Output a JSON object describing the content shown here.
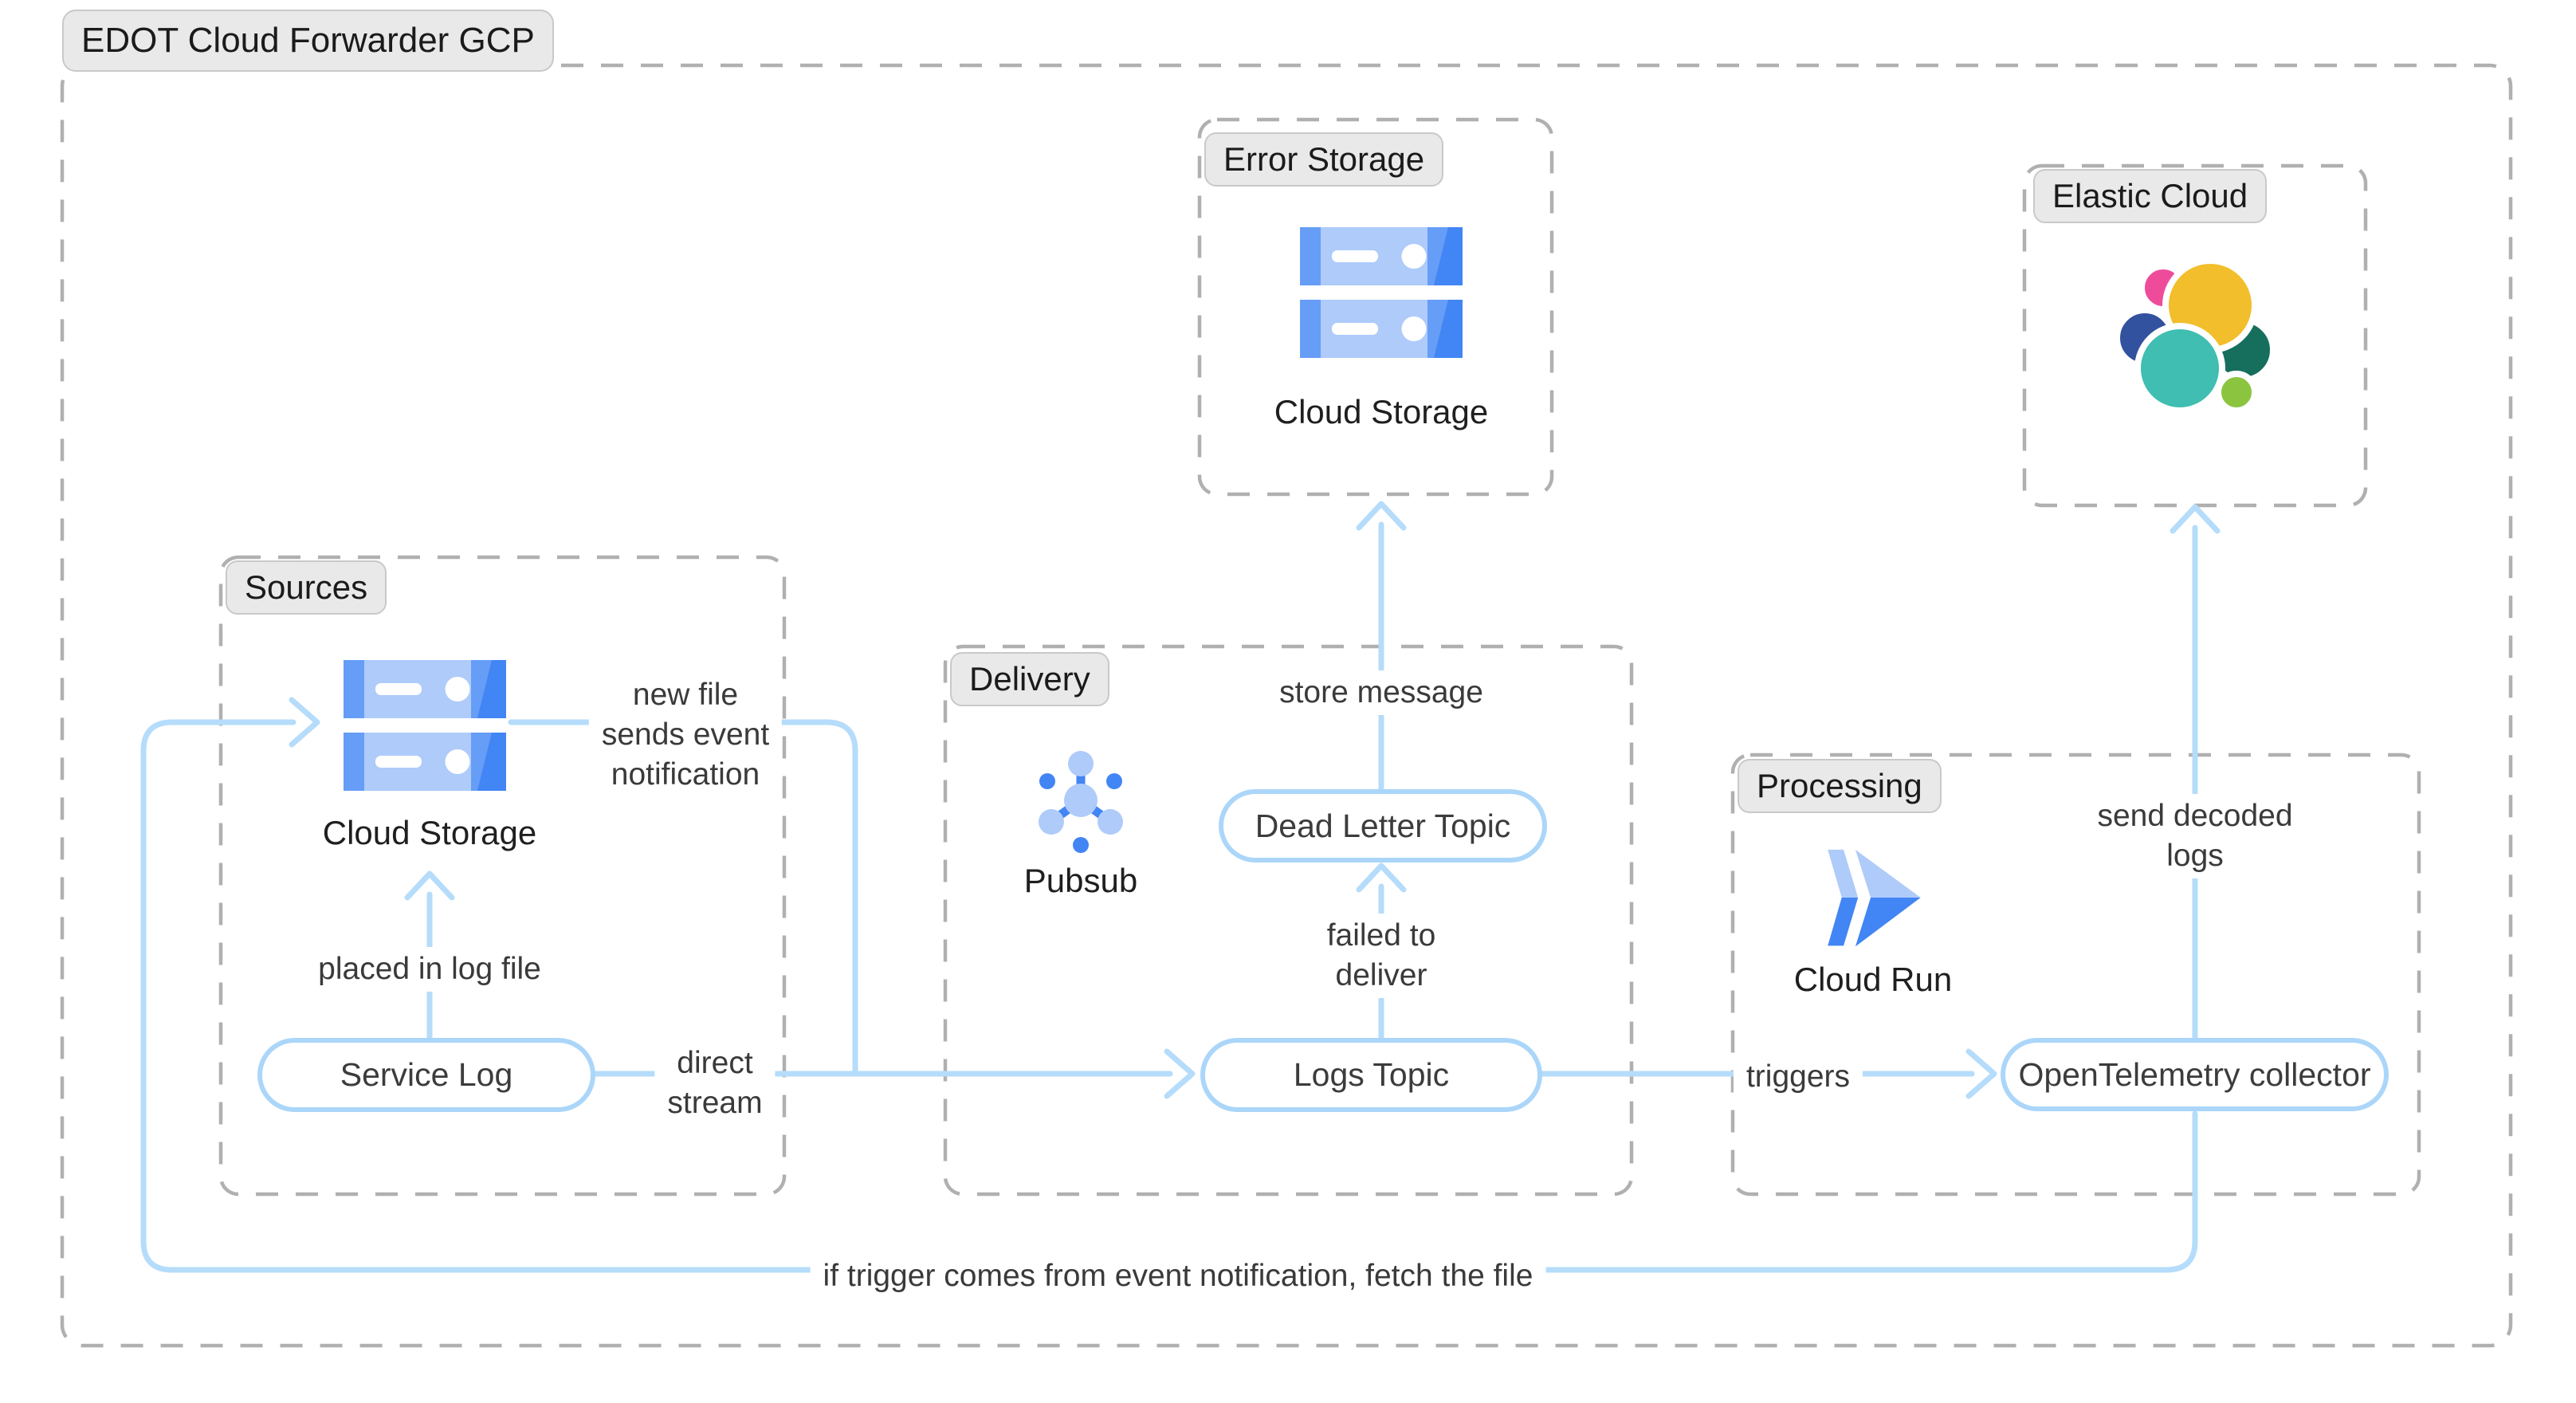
{
  "title": "EDOT Cloud Forwarder GCP",
  "groups": {
    "sources": {
      "label": "Sources"
    },
    "delivery": {
      "label": "Delivery"
    },
    "error_storage": {
      "label": "Error Storage"
    },
    "processing": {
      "label": "Processing"
    },
    "elastic_cloud": {
      "label": "Elastic Cloud"
    }
  },
  "nodes": {
    "cloud_storage_sources": {
      "label": "Cloud Storage",
      "icon": "cloud-storage-icon"
    },
    "cloud_storage_error": {
      "label": "Cloud Storage",
      "icon": "cloud-storage-icon"
    },
    "pubsub": {
      "label": "Pubsub",
      "icon": "pubsub-icon"
    },
    "cloud_run": {
      "label": "Cloud Run",
      "icon": "cloud-run-icon"
    },
    "elastic": {
      "icon": "elastic-logo-icon"
    },
    "service_log": {
      "label": "Service Log"
    },
    "dead_letter_topic": {
      "label": "Dead Letter Topic"
    },
    "logs_topic": {
      "label": "Logs Topic"
    },
    "otel_collector": {
      "label": "OpenTelemetry collector"
    }
  },
  "edges": {
    "new_file_event": {
      "lines": [
        "new file",
        "sends event",
        "notification"
      ]
    },
    "placed_in_log_file": {
      "lines": [
        "placed in log file"
      ]
    },
    "direct_stream": {
      "lines": [
        "direct",
        "stream"
      ]
    },
    "store_message": {
      "lines": [
        "store message"
      ]
    },
    "failed_to_deliver": {
      "lines": [
        "failed to",
        "deliver"
      ]
    },
    "triggers": {
      "lines": [
        "triggers"
      ]
    },
    "send_decoded_logs": {
      "lines": [
        "send decoded",
        "logs"
      ]
    },
    "fetch_file": {
      "lines": [
        "if trigger comes from event notification, fetch the file"
      ]
    }
  },
  "colors": {
    "line_blue": "#b5dcfa",
    "pill_border": "#abd6f9",
    "pill_text": "#3c3c3c",
    "annotation_text": "#3a3a3a",
    "dash_gray": "#b0b0b0",
    "label_bg": "#e9e9ea",
    "label_border": "#c9c9c9",
    "icon_light_blue": "#aecbfa",
    "icon_mid_blue": "#669df6",
    "icon_blue": "#4285f4",
    "elastic_yellow": "#f2be2b",
    "elastic_pink": "#ee4c9b",
    "elastic_navy": "#32519e",
    "elastic_teal": "#3fbeb1",
    "elastic_dark_green": "#166e5d",
    "elastic_light_green": "#8bc53f"
  }
}
